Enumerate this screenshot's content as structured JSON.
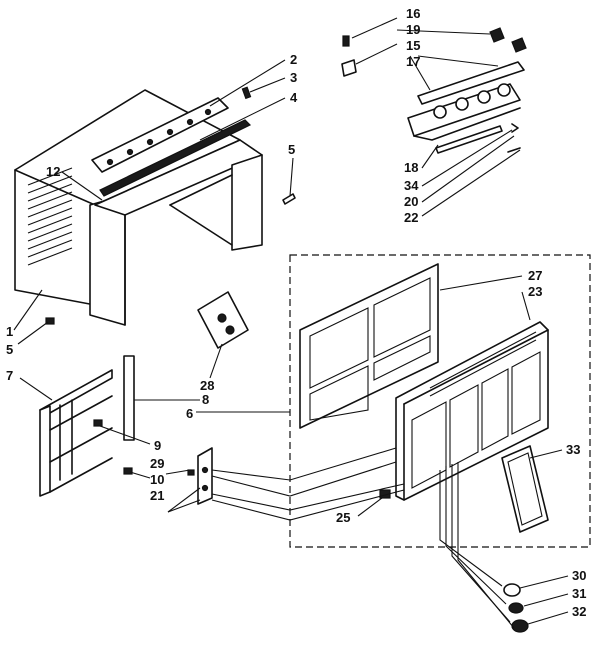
{
  "labels": {
    "l16": "16",
    "l19": "19",
    "l15": "15",
    "l17": "17",
    "l2": "2",
    "l3": "3",
    "l4": "4",
    "l12": "12",
    "l5a": "5",
    "l18": "18",
    "l34": "34",
    "l20": "20",
    "l22": "22",
    "l27": "27",
    "l23": "23",
    "l1": "1",
    "l5b": "5",
    "l7": "7",
    "l28": "28",
    "l8": "8",
    "l6": "6",
    "l9": "9",
    "l29": "29",
    "l10": "10",
    "l21": "21",
    "l33": "33",
    "l25": "25",
    "l30": "30",
    "l31": "31",
    "l32": "32"
  },
  "colors": {
    "ink": "#111111",
    "paper": "#ffffff"
  }
}
